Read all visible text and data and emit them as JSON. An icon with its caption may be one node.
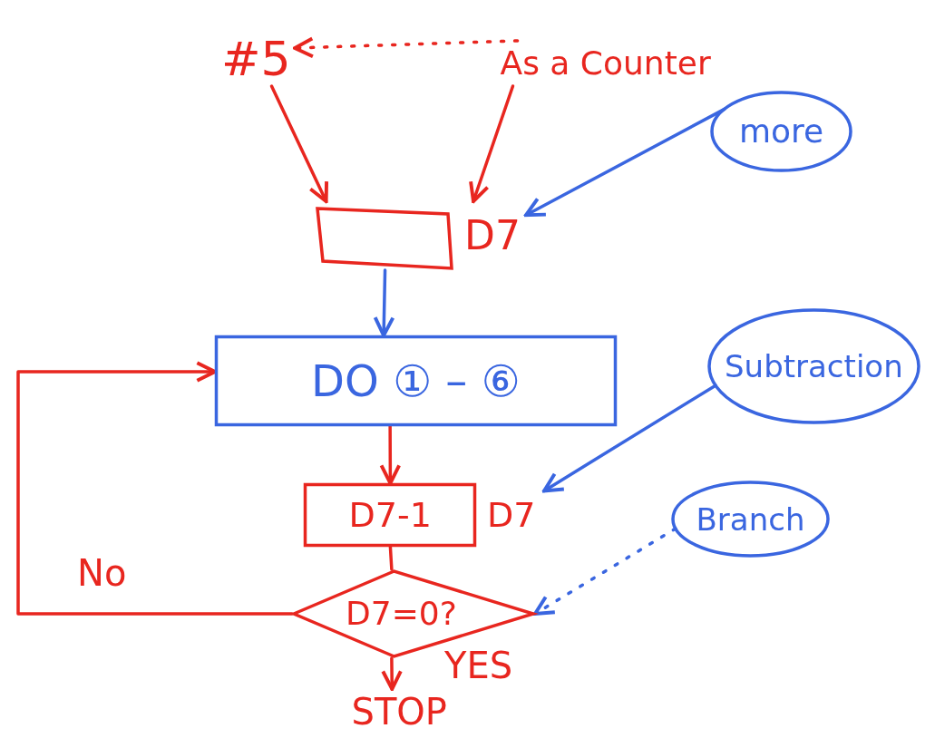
{
  "diagram": {
    "nodes": [
      {
        "text": [
          "#5"
        ]
      },
      {
        "text": [
          "As a Counter"
        ]
      },
      {
        "text": [],
        "shape": "box",
        "beside": [
          "D7"
        ]
      },
      {
        "text": [
          "more"
        ]
      },
      {
        "text": [
          "DO ① – ⑥"
        ]
      },
      {
        "text": [
          "Subtraction"
        ]
      },
      {
        "text": [
          "D7-1"
        ],
        "beside": [
          "D7"
        ]
      },
      {
        "text": [
          "Branch"
        ]
      },
      {
        "text": [
          "D7=0?"
        ]
      },
      {
        "text": [
          "STOP"
        ]
      }
    ],
    "edges": [
      {
        "from": 0,
        "to": 2,
        "arrow": "to"
      },
      {
        "from": 1,
        "to": 2,
        "arrow": "to"
      },
      {
        "from": 1,
        "to": 0,
        "arrow": "to",
        "style": "dashed"
      },
      {
        "from": 3,
        "to": 2,
        "arrow": "to",
        "color": "#3a66e0"
      },
      {
        "from": 2,
        "to": 4,
        "arrow": "to",
        "color": "#3a66e0"
      },
      {
        "from": 4,
        "to": 6,
        "arrow": "to"
      },
      {
        "from": 5,
        "to": 6,
        "arrow": "to",
        "color": "#3a66e0"
      },
      {
        "from": 6,
        "to": 8,
        "arrow": "none"
      },
      {
        "from": 7,
        "to": 8,
        "arrow": "to",
        "style": "dashed",
        "color": "#3a66e0"
      },
      {
        "from": 8,
        "to": 4,
        "arrow": "to",
        "label": "No"
      },
      {
        "from": 8,
        "to": 9,
        "arrow": "to",
        "label": "YES"
      }
    ]
  }
}
